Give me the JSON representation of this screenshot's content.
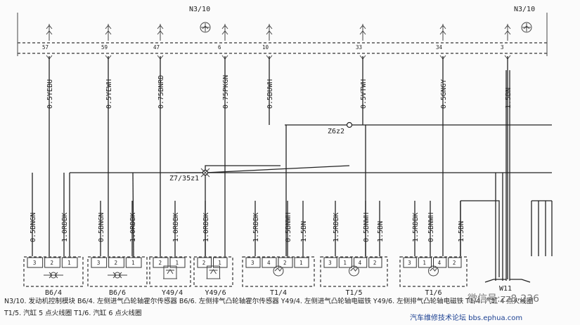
{
  "header": {
    "left": "N3/10",
    "right": "N3/10",
    "connectors": [
      "57",
      "59",
      "47",
      "6",
      "10",
      "33",
      "34",
      "3"
    ],
    "wires": [
      "0.5YEBU",
      "0.5YEWH",
      "0.75BNRD",
      "0.75PKGN",
      "0.5BUWH",
      "0.5VTWH",
      "0.5GNGY",
      "1.5BN"
    ]
  },
  "splices": {
    "z6": "Z6z2",
    "z7": "Z7/35z1",
    "w11": "W11"
  },
  "lower_wires": [
    "0.5BNGN",
    "1.0RDBK",
    "0.5BNGN",
    "1.0RDBK",
    "1.0RDBK",
    "1.0RDBK",
    "1.5RDBK",
    "0.5BNWH",
    "1.5BN",
    "1.5RDBK",
    "0.5BNWH",
    "1.5BN",
    "1.5RDBK",
    "0.5BNWH",
    "1.5BN"
  ],
  "components": [
    "B6/4",
    "B6/6",
    "Y49/4",
    "Y49/6",
    "T1/4",
    "T1/5",
    "T1/6"
  ],
  "legend": {
    "line1": "N3/10. 发动机控制模块  B6/4. 左侧进气凸轮轴霍尔传感器  B6/6. 左侧排气凸轮轴霍尔传感器  Y49/4. 左侧进气凸轮轴电磁铁  Y49/6. 左侧排气凸轮轴电磁铁  T1/4. 汽缸 4 点火线圈",
    "line2": "T1/5. 汽缸 5 点火线圈  T1/6. 汽缸 6 点火线圈",
    "watermark": "微信号:zz8-236",
    "site": "汽车维修技术论坛 bbs.ephua.com"
  },
  "colors": {
    "wire": "#222222",
    "background": "#fbfbfb",
    "site": "#1a3f91"
  }
}
